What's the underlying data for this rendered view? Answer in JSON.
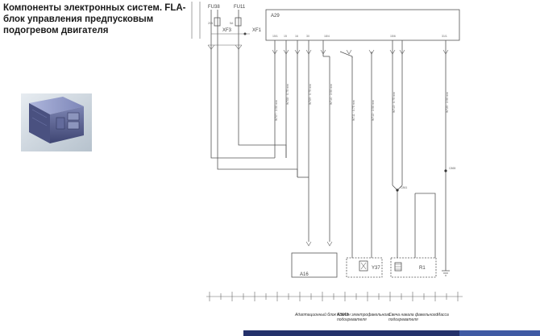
{
  "slide": {
    "title": "Компоненты электронных систем. FLA-блок управления предпусковым подогревом двигателя"
  },
  "schematic": {
    "fuses": [
      {
        "label": "FU38",
        "rating": "20A"
      },
      {
        "label": "FU11",
        "rating": "5A"
      }
    ],
    "connectors": [
      "XF3",
      "XF1"
    ],
    "modules": {
      "a29": "A29",
      "a16": "A16",
      "y37": "Y37",
      "r1": "R1"
    },
    "junctions": [
      "C861",
      "C865"
    ],
    "top_pins": [
      "15/1",
      "15",
      "16",
      "30",
      "18/4",
      "15/6",
      "31/1"
    ],
    "wire_marks": [
      "W707 · 2.50 mm",
      "W708 · 0.75 mm",
      "W709 · 0.75 mm",
      "W710 · 2.50 mm",
      "W711 · 0.75 mm",
      "W712 · 2.50 mm",
      "W713 · 0.75 mm",
      "W725 · 2.50 mm"
    ],
    "bottom_captions": [
      "Адаптационный блок АЭМЭ",
      "Клапан электрофакельного подогревателя",
      "Свеча накала факельного подогревателя",
      "Масса"
    ]
  }
}
